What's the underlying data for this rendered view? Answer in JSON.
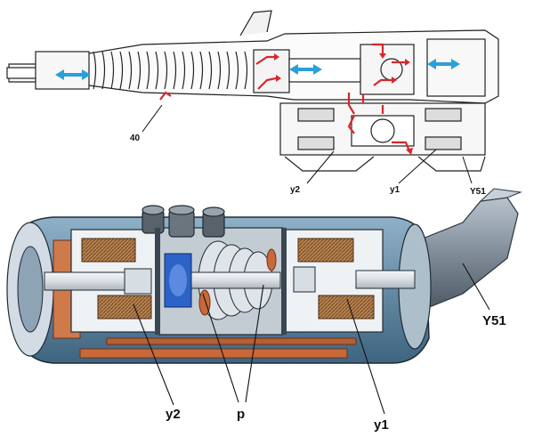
{
  "labels": {
    "top_40": "40",
    "top_y2": "y2",
    "top_y1": "y1",
    "top_Y51": "Y51",
    "bottom_y2": "y2",
    "bottom_p": "p",
    "bottom_y1": "y1",
    "bottom_Y51": "Y51"
  },
  "colors": {
    "flow_arrow": "#d8262a",
    "motion_arrow": "#2aa0d8",
    "housing_blue": "#5f87a2",
    "housing_light": "#dfe7ee",
    "copper": "#c9693a",
    "coil_brown": "#9a6a3a",
    "body_gray": "#9aa3ac"
  },
  "icons": {
    "motion_arrows": "double-headed-arrow-icon",
    "flow_arrows": "flow-arrow-icon"
  }
}
